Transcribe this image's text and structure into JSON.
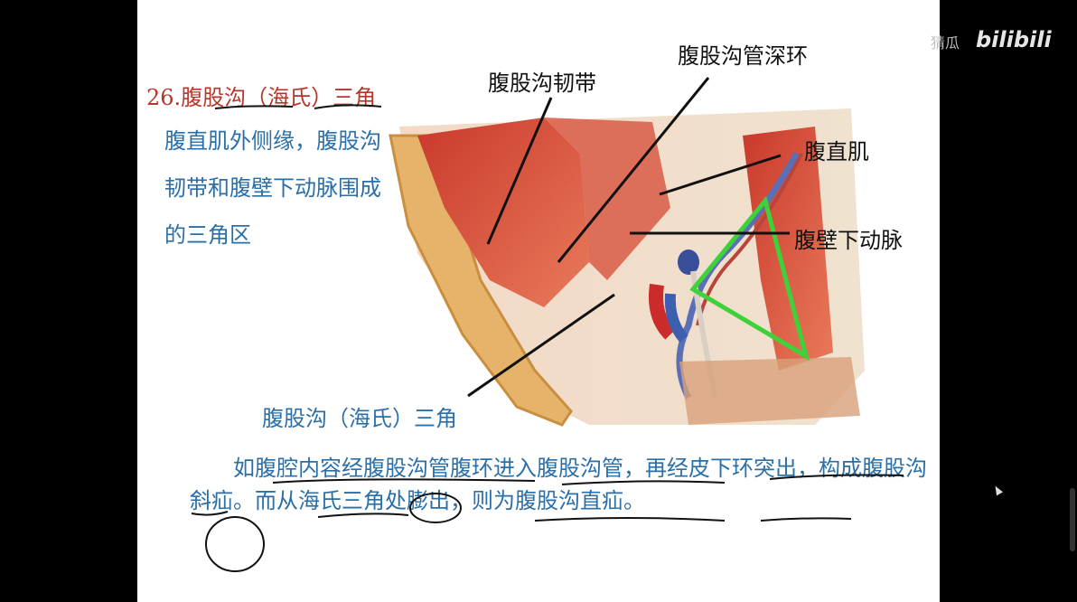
{
  "slide": {
    "title": "26.腹股沟（海氏）三角",
    "description": "腹直肌外侧缘，腹股沟韧带和腹壁下动脉围成的三角区",
    "labels": {
      "inguinal_ligament": "腹股沟韧带",
      "deep_inguinal_ring": "腹股沟管深环",
      "rectus_abdominis": "腹直肌",
      "inferior_epigastric_artery": "腹壁下动脉",
      "hesselbach_triangle": "腹股沟（海氏）三角"
    },
    "paragraph": "如腹腔内容经腹股沟管腹环进入腹股沟管，再经皮下环突出，构成腹股沟斜疝。而从海氏三角处膨出，则为腹股沟直疝。"
  },
  "overlay": {
    "watermark": "bilibili",
    "watermark_prefix": "猜瓜"
  },
  "colors": {
    "title_red": "#b4372b",
    "text_blue": "#2a6fa8",
    "triangle_green": "#3fd13a"
  }
}
